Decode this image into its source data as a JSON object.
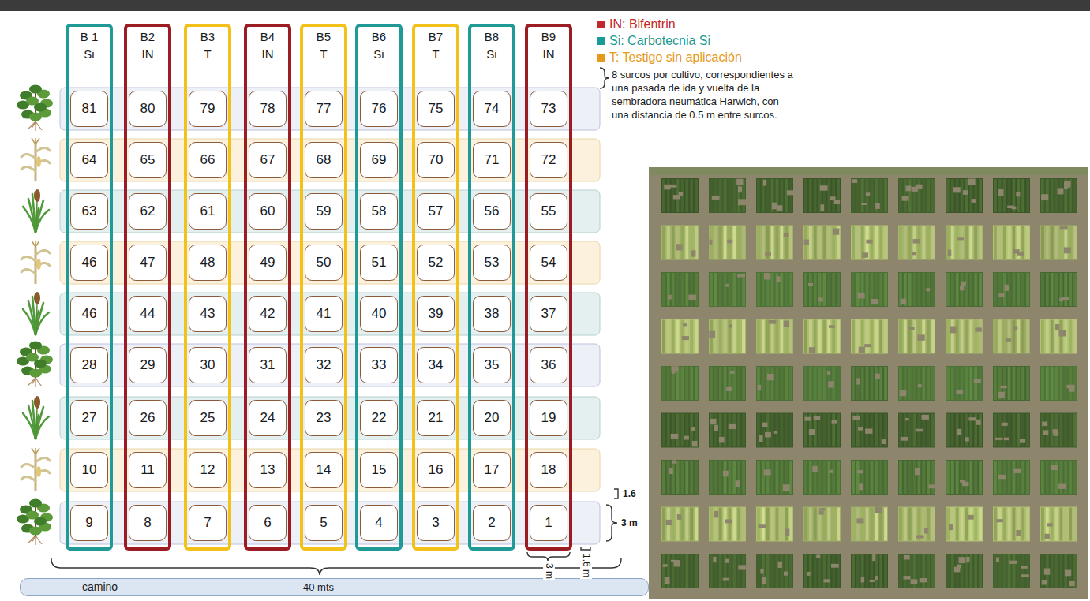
{
  "diagram": {
    "nodes": [
      {
        "text": [
          "B 1",
          "Si"
        ]
      },
      {
        "text": [
          "81"
        ],
        "in": 0
      },
      {
        "text": [
          "64"
        ],
        "in": 0
      },
      {
        "text": [
          "63"
        ],
        "in": 0
      },
      {
        "text": [
          "46"
        ],
        "in": 0
      },
      {
        "text": [
          "46"
        ],
        "in": 0
      },
      {
        "text": [
          "28"
        ],
        "in": 0
      },
      {
        "text": [
          "27"
        ],
        "in": 0
      },
      {
        "text": [
          "10"
        ],
        "in": 0
      },
      {
        "text": [
          "9"
        ],
        "in": 0
      },
      {
        "text": [
          "B2",
          "IN"
        ]
      },
      {
        "text": [
          "80"
        ],
        "in": 10
      },
      {
        "text": [
          "65"
        ],
        "in": 10
      },
      {
        "text": [
          "62"
        ],
        "in": 10
      },
      {
        "text": [
          "47"
        ],
        "in": 10
      },
      {
        "text": [
          "44"
        ],
        "in": 10
      },
      {
        "text": [
          "29"
        ],
        "in": 10
      },
      {
        "text": [
          "26"
        ],
        "in": 10
      },
      {
        "text": [
          "11"
        ],
        "in": 10
      },
      {
        "text": [
          "8"
        ],
        "in": 10
      },
      {
        "text": [
          "B3",
          "T"
        ]
      },
      {
        "text": [
          "79"
        ],
        "in": 20
      },
      {
        "text": [
          "66"
        ],
        "in": 20
      },
      {
        "text": [
          "61"
        ],
        "in": 20
      },
      {
        "text": [
          "48"
        ],
        "in": 20
      },
      {
        "text": [
          "43"
        ],
        "in": 20
      },
      {
        "text": [
          "30"
        ],
        "in": 20
      },
      {
        "text": [
          "25"
        ],
        "in": 20
      },
      {
        "text": [
          "12"
        ],
        "in": 20
      },
      {
        "text": [
          "7"
        ],
        "in": 20
      },
      {
        "text": [
          "B4",
          "IN"
        ]
      },
      {
        "text": [
          "78"
        ],
        "in": 30
      },
      {
        "text": [
          "67"
        ],
        "in": 30
      },
      {
        "text": [
          "60"
        ],
        "in": 30
      },
      {
        "text": [
          "49"
        ],
        "in": 30
      },
      {
        "text": [
          "42"
        ],
        "in": 30
      },
      {
        "text": [
          "31"
        ],
        "in": 30
      },
      {
        "text": [
          "24"
        ],
        "in": 30
      },
      {
        "text": [
          "13"
        ],
        "in": 30
      },
      {
        "text": [
          "6"
        ],
        "in": 30
      },
      {
        "text": [
          "B5",
          "T"
        ]
      },
      {
        "text": [
          "77"
        ],
        "in": 40
      },
      {
        "text": [
          "68"
        ],
        "in": 40
      },
      {
        "text": [
          "59"
        ],
        "in": 40
      },
      {
        "text": [
          "50"
        ],
        "in": 40
      },
      {
        "text": [
          "41"
        ],
        "in": 40
      },
      {
        "text": [
          "32"
        ],
        "in": 40
      },
      {
        "text": [
          "23"
        ],
        "in": 40
      },
      {
        "text": [
          "14"
        ],
        "in": 40
      },
      {
        "text": [
          "5"
        ],
        "in": 40
      },
      {
        "text": [
          "B6",
          "Si"
        ]
      },
      {
        "text": [
          "76"
        ],
        "in": 50
      },
      {
        "text": [
          "69"
        ],
        "in": 50
      },
      {
        "text": [
          "58"
        ],
        "in": 50
      },
      {
        "text": [
          "51"
        ],
        "in": 50
      },
      {
        "text": [
          "40"
        ],
        "in": 50
      },
      {
        "text": [
          "33"
        ],
        "in": 50
      },
      {
        "text": [
          "22"
        ],
        "in": 50
      },
      {
        "text": [
          "15"
        ],
        "in": 50
      },
      {
        "text": [
          "4"
        ],
        "in": 50
      },
      {
        "text": [
          "B7",
          "T"
        ]
      },
      {
        "text": [
          "75"
        ],
        "in": 60
      },
      {
        "text": [
          "70"
        ],
        "in": 60
      },
      {
        "text": [
          "57"
        ],
        "in": 60
      },
      {
        "text": [
          "52"
        ],
        "in": 60
      },
      {
        "text": [
          "39"
        ],
        "in": 60
      },
      {
        "text": [
          "34"
        ],
        "in": 60
      },
      {
        "text": [
          "21"
        ],
        "in": 60
      },
      {
        "text": [
          "16"
        ],
        "in": 60
      },
      {
        "text": [
          "3"
        ],
        "in": 60
      },
      {
        "text": [
          "B8",
          "Si"
        ]
      },
      {
        "text": [
          "74"
        ],
        "in": 70
      },
      {
        "text": [
          "71"
        ],
        "in": 70
      },
      {
        "text": [
          "56"
        ],
        "in": 70
      },
      {
        "text": [
          "53"
        ],
        "in": 70
      },
      {
        "text": [
          "38"
        ],
        "in": 70
      },
      {
        "text": [
          "35"
        ],
        "in": 70
      },
      {
        "text": [
          "20"
        ],
        "in": 70
      },
      {
        "text": [
          "17"
        ],
        "in": 70
      },
      {
        "text": [
          "2"
        ],
        "in": 70
      },
      {
        "text": [
          "B9",
          "IN"
        ]
      },
      {
        "text": [
          "73"
        ],
        "in": 80
      },
      {
        "text": [
          "72"
        ],
        "in": 80
      },
      {
        "text": [
          "55"
        ],
        "in": 80
      },
      {
        "text": [
          "54"
        ],
        "in": 80
      },
      {
        "text": [
          "37"
        ],
        "in": 80
      },
      {
        "text": [
          "36"
        ],
        "in": 80
      },
      {
        "text": [
          "19"
        ],
        "in": 80
      },
      {
        "text": [
          "18"
        ],
        "in": 80
      },
      {
        "text": [
          "1"
        ],
        "in": 80
      },
      {
        "text": [
          "camino"
        ]
      }
    ],
    "labels": [
      "8 surcos por cultivo, correspondientes a una pasada de ida y vuelta de la sembradora neumática Harwich, con una distancia de 0.5 m entre surcos.",
      "1.6",
      "3 m",
      "3 m",
      "1.6 m",
      "40 mts"
    ],
    "legend": [
      {
        "text": "IN: Bifentrin",
        "color": "#c1272d"
      },
      {
        "text": "Si: Carbotecnia Si",
        "color": "#1a9b97"
      },
      {
        "text": "T: Testigo sin aplicación",
        "color": "#e69a1c"
      }
    ]
  }
}
